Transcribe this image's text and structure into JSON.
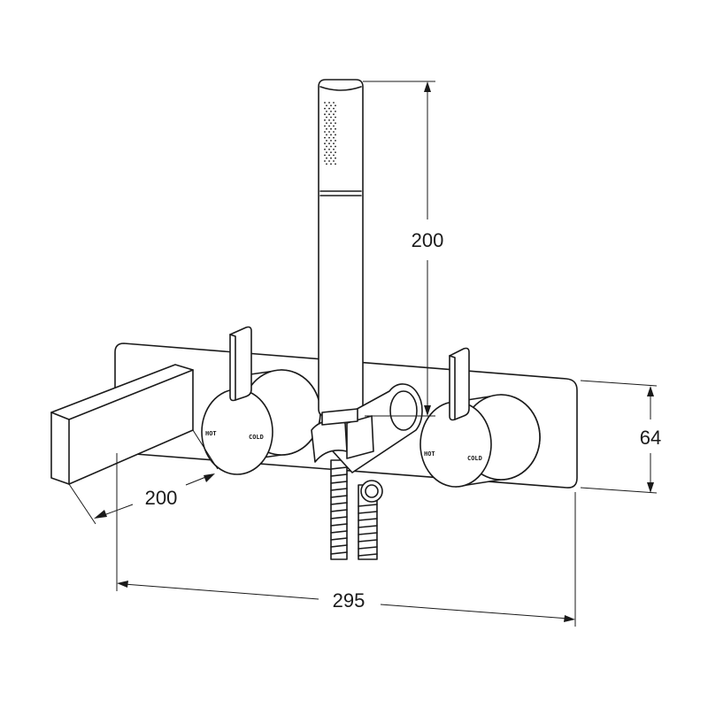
{
  "dimensions": {
    "height_handshower": "200",
    "spout_projection": "200",
    "plate_height": "64",
    "plate_width": "295"
  },
  "knob_labels": {
    "hot": "HOT",
    "cold": "COLD"
  }
}
